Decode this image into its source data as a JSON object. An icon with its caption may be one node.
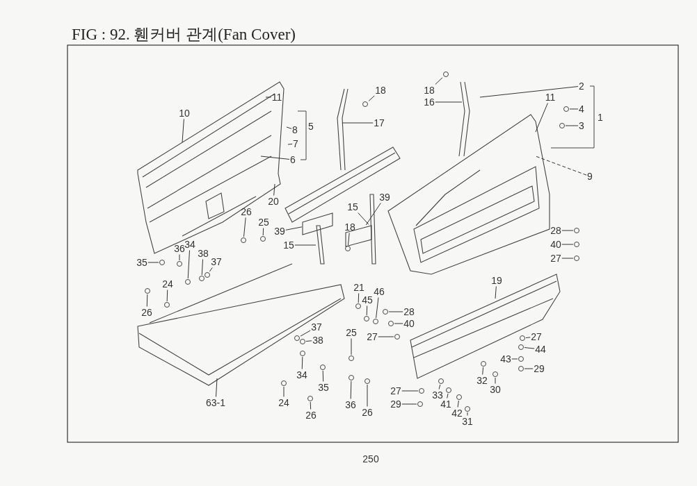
{
  "diagram": {
    "title": "FIG : 92. 휀커버 관계(Fan Cover)",
    "nodes": [
      {
        "text": [
          "10"
        ]
      },
      {
        "text": [
          "11"
        ]
      },
      {
        "text": [
          "8"
        ]
      },
      {
        "text": [
          "7"
        ]
      },
      {
        "text": [
          "6"
        ]
      },
      {
        "text": [
          "20"
        ]
      },
      {
        "text": [
          "26"
        ]
      },
      {
        "text": [
          "25"
        ]
      },
      {
        "text": [
          "39"
        ]
      },
      {
        "text": [
          "15"
        ]
      },
      {
        "text": [
          "18"
        ]
      },
      {
        "text": [
          "17"
        ]
      },
      {
        "text": [
          "18"
        ]
      },
      {
        "text": [
          "18"
        ]
      },
      {
        "text": [
          "16"
        ]
      },
      {
        "text": [
          "2"
        ]
      },
      {
        "text": [
          "11"
        ]
      },
      {
        "text": [
          "4"
        ]
      },
      {
        "text": [
          "3"
        ]
      },
      {
        "text": [
          "9"
        ]
      },
      {
        "text": [
          "15"
        ]
      },
      {
        "text": [
          "39"
        ]
      },
      {
        "text": [
          "19"
        ]
      },
      {
        "text": [
          "28"
        ]
      },
      {
        "text": [
          "40"
        ]
      },
      {
        "text": [
          "27"
        ]
      },
      {
        "text": [
          "35"
        ]
      },
      {
        "text": [
          "36"
        ]
      },
      {
        "text": [
          "34"
        ]
      },
      {
        "text": [
          "38"
        ]
      },
      {
        "text": [
          "37"
        ]
      },
      {
        "text": [
          "24"
        ]
      },
      {
        "text": [
          "26"
        ]
      },
      {
        "text": [
          "21"
        ]
      },
      {
        "text": [
          "45"
        ]
      },
      {
        "text": [
          "46"
        ]
      },
      {
        "text": [
          "28"
        ]
      },
      {
        "text": [
          "40"
        ]
      },
      {
        "text": [
          "27"
        ]
      },
      {
        "text": [
          "37"
        ]
      },
      {
        "text": [
          "38"
        ]
      },
      {
        "text": [
          "25"
        ]
      },
      {
        "text": [
          "34"
        ]
      },
      {
        "text": [
          "35"
        ]
      },
      {
        "text": [
          "24"
        ]
      },
      {
        "text": [
          "26"
        ]
      },
      {
        "text": [
          "36"
        ]
      },
      {
        "text": [
          "26"
        ]
      },
      {
        "text": [
          "63-1"
        ]
      },
      {
        "text": [
          "27"
        ]
      },
      {
        "text": [
          "44"
        ]
      },
      {
        "text": [
          "43"
        ]
      },
      {
        "text": [
          "29"
        ]
      },
      {
        "text": [
          "32"
        ]
      },
      {
        "text": [
          "30"
        ]
      },
      {
        "text": [
          "27"
        ]
      },
      {
        "text": [
          "29"
        ]
      },
      {
        "text": [
          "33"
        ]
      },
      {
        "text": [
          "41"
        ]
      },
      {
        "text": [
          "42"
        ]
      },
      {
        "text": [
          "31"
        ]
      },
      {
        "text": [],
        "shape": "circle"
      },
      {
        "text": [],
        "shape": "circle"
      },
      {
        "text": [],
        "shape": "box"
      },
      {
        "text": [],
        "shape": "bar"
      },
      {
        "text": [],
        "shape": "circle"
      },
      {
        "text": [],
        "shape": "circle"
      },
      {
        "text": [],
        "shape": "circle"
      },
      {
        "text": [],
        "shape": "circle"
      },
      {
        "text": [],
        "shape": "circle"
      },
      {
        "text": [],
        "shape": "bar"
      },
      {
        "text": [],
        "shape": "box"
      },
      {
        "text": [],
        "shape": "circle"
      },
      {
        "text": [],
        "shape": "circle"
      },
      {
        "text": [],
        "shape": "circle"
      },
      {
        "text": [],
        "shape": "circle"
      },
      {
        "text": [],
        "shape": "circle"
      },
      {
        "text": [],
        "shape": "circle"
      },
      {
        "text": [],
        "shape": "circle"
      },
      {
        "text": [],
        "shape": "circle"
      },
      {
        "text": [],
        "shape": "circle"
      },
      {
        "text": [],
        "shape": "circle"
      },
      {
        "text": [],
        "shape": "circle"
      },
      {
        "text": [],
        "shape": "circle"
      },
      {
        "text": [],
        "shape": "circle"
      },
      {
        "text": [],
        "shape": "circle"
      },
      {
        "text": [],
        "shape": "circle"
      },
      {
        "text": [],
        "shape": "circle"
      },
      {
        "text": [],
        "shape": "circle"
      },
      {
        "text": [],
        "shape": "circle"
      },
      {
        "text": [],
        "shape": "circle"
      },
      {
        "text": [],
        "shape": "circle"
      },
      {
        "text": [],
        "shape": "circle"
      },
      {
        "text": [],
        "shape": "circle"
      },
      {
        "text": [],
        "shape": "circle"
      },
      {
        "text": [],
        "shape": "circle"
      },
      {
        "text": [],
        "shape": "circle"
      },
      {
        "text": [],
        "shape": "circle"
      },
      {
        "text": [],
        "shape": "circle"
      },
      {
        "text": [],
        "shape": "circle"
      },
      {
        "text": [],
        "shape": "circle"
      },
      {
        "text": [],
        "shape": "circle"
      },
      {
        "text": [],
        "shape": "circle"
      },
      {
        "text": [],
        "shape": "circle"
      },
      {
        "text": [],
        "shape": "circle"
      },
      {
        "text": [],
        "shape": "circle"
      },
      {
        "text": [],
        "shape": "circle"
      },
      {
        "text": [],
        "shape": "circle"
      },
      {
        "text": [],
        "shape": "circle"
      }
    ],
    "edges": [
      {
        "from": 0,
        "to": null,
        "arrow": "none"
      },
      {
        "from": 1,
        "to": null,
        "arrow": "none"
      },
      {
        "from": 2,
        "to": null,
        "arrow": "none"
      },
      {
        "from": 3,
        "to": null,
        "arrow": "none"
      },
      {
        "from": 4,
        "to": null,
        "arrow": "none"
      },
      {
        "from": 5,
        "to": null,
        "arrow": "none"
      },
      {
        "from": 6,
        "to": 61,
        "arrow": "none"
      },
      {
        "from": 7,
        "to": 62,
        "arrow": "none"
      },
      {
        "from": 8,
        "to": 63,
        "arrow": "none"
      },
      {
        "from": 9,
        "to": 64,
        "arrow": "none"
      },
      {
        "from": 10,
        "to": 65,
        "arrow": "none"
      },
      {
        "from": 11,
        "to": null,
        "arrow": "none"
      },
      {
        "from": 12,
        "to": 66,
        "arrow": "none"
      },
      {
        "from": 13,
        "to": 67,
        "arrow": "none"
      },
      {
        "from": 14,
        "to": null,
        "arrow": "none"
      },
      {
        "from": 15,
        "to": null,
        "arrow": "none"
      },
      {
        "from": 16,
        "to": null,
        "arrow": "none"
      },
      {
        "from": 17,
        "to": 68,
        "arrow": "none"
      },
      {
        "from": 18,
        "to": 69,
        "arrow": "none"
      },
      {
        "from": 19,
        "to": null,
        "arrow": "none",
        "style": "dashed"
      },
      {
        "from": 20,
        "to": 70,
        "arrow": "none"
      },
      {
        "from": 21,
        "to": 71,
        "arrow": "none"
      },
      {
        "from": 22,
        "to": null,
        "arrow": "none"
      },
      {
        "from": 23,
        "to": 72,
        "arrow": "none"
      },
      {
        "from": 24,
        "to": 73,
        "arrow": "none"
      },
      {
        "from": 25,
        "to": 74,
        "arrow": "none"
      },
      {
        "from": 26,
        "to": 75,
        "arrow": "none"
      },
      {
        "from": 27,
        "to": 76,
        "arrow": "none"
      },
      {
        "from": 28,
        "to": 77,
        "arrow": "none"
      },
      {
        "from": 29,
        "to": 78,
        "arrow": "none"
      },
      {
        "from": 30,
        "to": 79,
        "arrow": "none"
      },
      {
        "from": 31,
        "to": 80,
        "arrow": "none"
      },
      {
        "from": 32,
        "to": 81,
        "arrow": "none"
      },
      {
        "from": 33,
        "to": 82,
        "arrow": "none"
      },
      {
        "from": 34,
        "to": 83,
        "arrow": "none"
      },
      {
        "from": 35,
        "to": 84,
        "arrow": "none"
      },
      {
        "from": 36,
        "to": 85,
        "arrow": "none"
      },
      {
        "from": 37,
        "to": 86,
        "arrow": "none"
      },
      {
        "from": 38,
        "to": 87,
        "arrow": "none"
      },
      {
        "from": 39,
        "to": 88,
        "arrow": "none"
      },
      {
        "from": 40,
        "to": 89,
        "arrow": "none"
      },
      {
        "from": 41,
        "to": 90,
        "arrow": "none"
      },
      {
        "from": 42,
        "to": 91,
        "arrow": "none"
      },
      {
        "from": 43,
        "to": 92,
        "arrow": "none"
      },
      {
        "from": 44,
        "to": 93,
        "arrow": "none"
      },
      {
        "from": 45,
        "to": 94,
        "arrow": "none"
      },
      {
        "from": 46,
        "to": 95,
        "arrow": "none"
      },
      {
        "from": 47,
        "to": 96,
        "arrow": "none"
      },
      {
        "from": 48,
        "to": null,
        "arrow": "none"
      },
      {
        "from": 49,
        "to": 97,
        "arrow": "none"
      },
      {
        "from": 50,
        "to": 98,
        "arrow": "none"
      },
      {
        "from": 51,
        "to": 99,
        "arrow": "none"
      },
      {
        "from": 52,
        "to": 100,
        "arrow": "none"
      },
      {
        "from": 53,
        "to": 101,
        "arrow": "none"
      },
      {
        "from": 54,
        "to": 102,
        "arrow": "none"
      },
      {
        "from": 55,
        "to": 103,
        "arrow": "none"
      },
      {
        "from": 56,
        "to": 104,
        "arrow": "none"
      },
      {
        "from": 57,
        "to": 105,
        "arrow": "none"
      },
      {
        "from": 58,
        "to": 106,
        "arrow": "none"
      },
      {
        "from": 59,
        "to": 107,
        "arrow": "none"
      },
      {
        "from": 60,
        "to": 108,
        "arrow": "none"
      }
    ],
    "labels": [
      "5",
      "1",
      "250"
    ]
  }
}
